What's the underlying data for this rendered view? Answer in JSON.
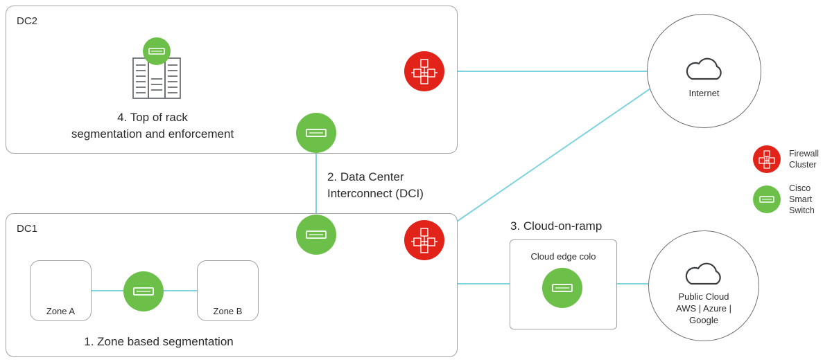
{
  "dc2": {
    "title": "DC2",
    "caption_line1": "4. Top of rack",
    "caption_line2": "segmentation and enforcement"
  },
  "dc1": {
    "title": "DC1",
    "zone_a": "Zone A",
    "zone_b": "Zone B",
    "caption": "1. Zone based segmentation"
  },
  "dci": {
    "line1": "2. Data Center",
    "line2": "Interconnect (DCI)"
  },
  "cloud_ramp": {
    "title": "3. Cloud-on-ramp",
    "colo_label": "Cloud edge colo"
  },
  "internet": {
    "label": "Internet"
  },
  "public_cloud": {
    "line1": "Public Cloud",
    "line2": "AWS | Azure |",
    "line3": "Google"
  },
  "legend": {
    "firewall_line1": "Firewall",
    "firewall_line2": "Cluster",
    "switch_line1": "Cisco",
    "switch_line2": "Smart",
    "switch_line3": "Switch"
  },
  "colors": {
    "switch_green": "#6cc04a",
    "firewall_red": "#e2231a",
    "link_teal": "#7fd3df",
    "border_gray": "#9ea3a8"
  },
  "icons": [
    "server-rack-icon",
    "switch-icon",
    "firewall-icon",
    "cloud-icon"
  ]
}
